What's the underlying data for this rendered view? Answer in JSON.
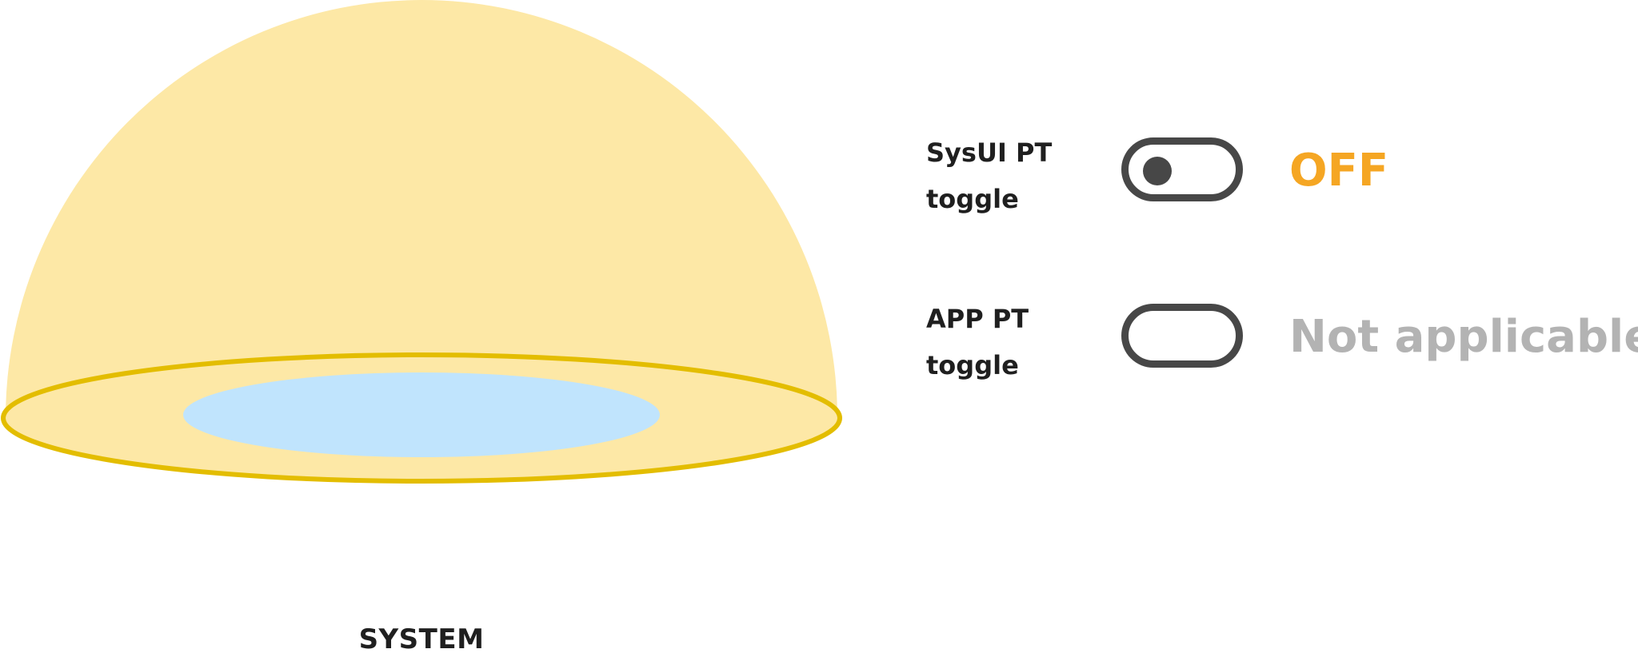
{
  "diagram": {
    "region_label": "SYSTEM",
    "colors": {
      "dome_fill": "#fde8a6",
      "ring_stroke": "#e3bd00",
      "inner_fill": "#c0e4fd"
    }
  },
  "toggles": [
    {
      "label_line1": "SysUI PT",
      "label_line2": "toggle",
      "state": "off",
      "status": "OFF",
      "status_color": "#f5a623"
    },
    {
      "label_line1": "APP PT",
      "label_line2": "toggle",
      "state": "none",
      "status": "Not applicable",
      "status_color": "#b3b3b3"
    }
  ],
  "colors": {
    "toggle_stroke": "#474747",
    "label_text": "#1f1f1f"
  }
}
